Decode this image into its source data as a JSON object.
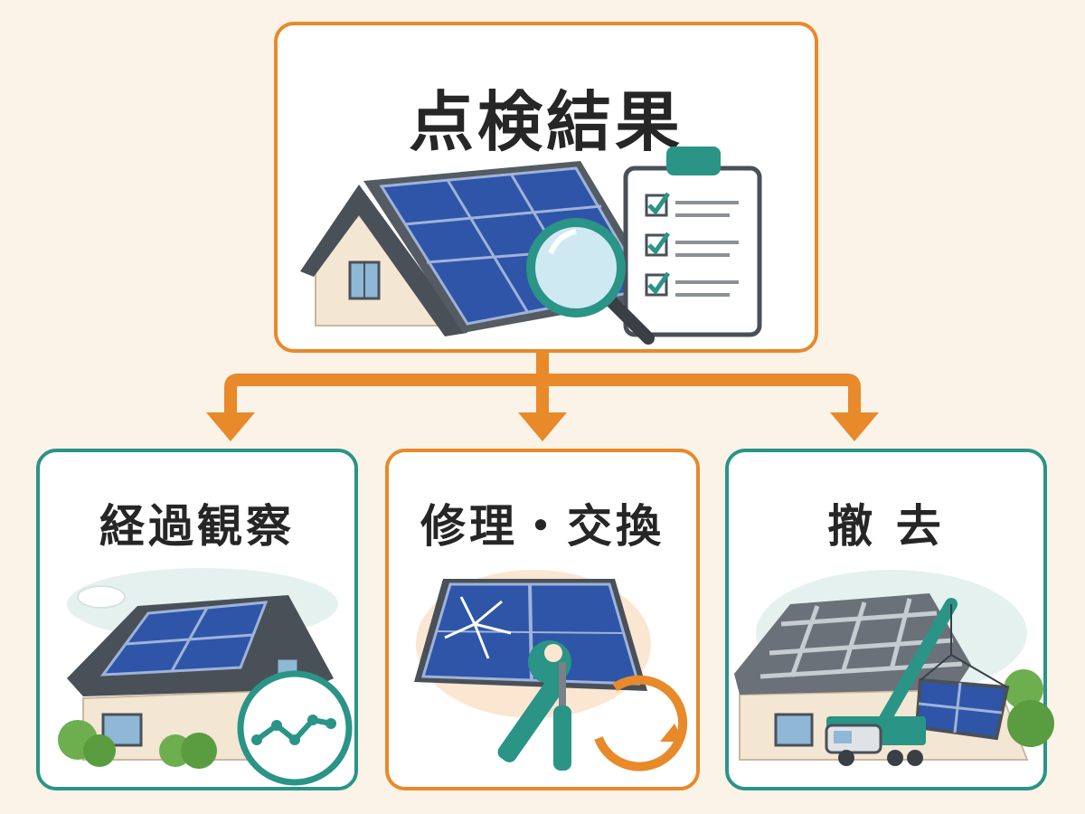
{
  "root": {
    "title": "点検結果"
  },
  "options": [
    {
      "title": "経過観察"
    },
    {
      "title": "修理・交換"
    },
    {
      "title": "撤 去"
    }
  ],
  "colors": {
    "background": "#fbf3e8",
    "orange": "#e8892a",
    "teal": "#2a9486",
    "panel_blue": "#2e55a8",
    "roof": "#4a5058",
    "wall": "#f3e6d3"
  }
}
